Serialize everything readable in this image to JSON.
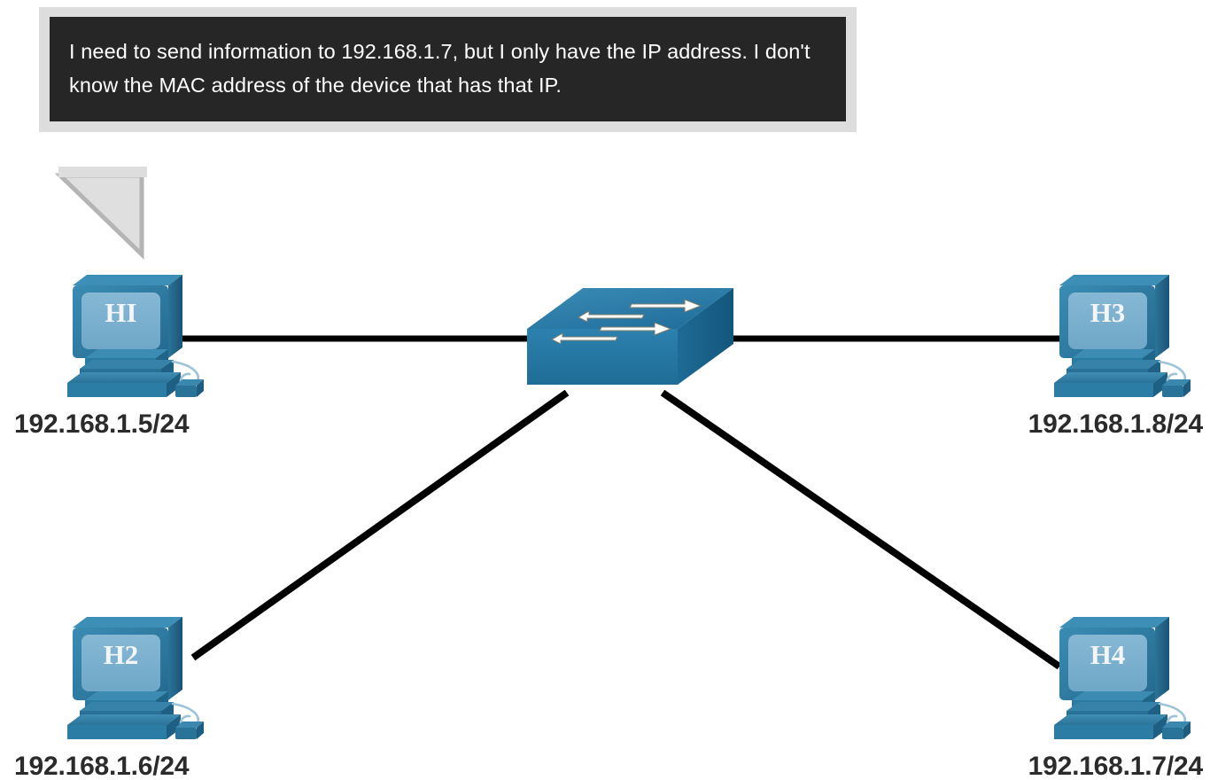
{
  "callout": {
    "speaker": "HI",
    "text": "I need to send information to 192.168.1.7, but I only have the IP address. I don't know the MAC address of the device that has that IP.",
    "background_color": "#262626",
    "frame_color": "#dddddd",
    "text_color": "#ffffff"
  },
  "colors": {
    "link": "#000000",
    "switch_top": "#2e86b5",
    "switch_front": "#2378a8",
    "switch_side": "#1b5e83",
    "pc_screen": "#7bb0cf",
    "pc_bezel": "#2d7ea8",
    "pc_bezel_dark": "#1d5f82",
    "pc_base": "#2b7ca6",
    "label_text": "#2b2b2b",
    "background": "#ffffff"
  },
  "devices": {
    "switch": {
      "name": "switch",
      "type": "switch",
      "arrows": [
        {
          "direction": "right"
        },
        {
          "direction": "left"
        },
        {
          "direction": "right"
        },
        {
          "direction": "left"
        }
      ]
    },
    "hosts": [
      {
        "id": "h1",
        "screen_label": "HI",
        "ip": "192.168.1.5/24",
        "position": "top-left"
      },
      {
        "id": "h3",
        "screen_label": "H3",
        "ip": "192.168.1.8/24",
        "position": "top-right"
      },
      {
        "id": "h2",
        "screen_label": "H2",
        "ip": "192.168.1.6/24",
        "position": "bottom-left"
      },
      {
        "id": "h4",
        "screen_label": "H4",
        "ip": "192.168.1.7/24",
        "position": "bottom-right"
      }
    ]
  },
  "links": [
    {
      "from": "h1",
      "to": "switch",
      "style": "straight-horizontal"
    },
    {
      "from": "switch",
      "to": "h3",
      "style": "straight-horizontal"
    },
    {
      "from": "switch",
      "to": "h2",
      "style": "diagonal"
    },
    {
      "from": "switch",
      "to": "h4",
      "style": "diagonal"
    }
  ]
}
